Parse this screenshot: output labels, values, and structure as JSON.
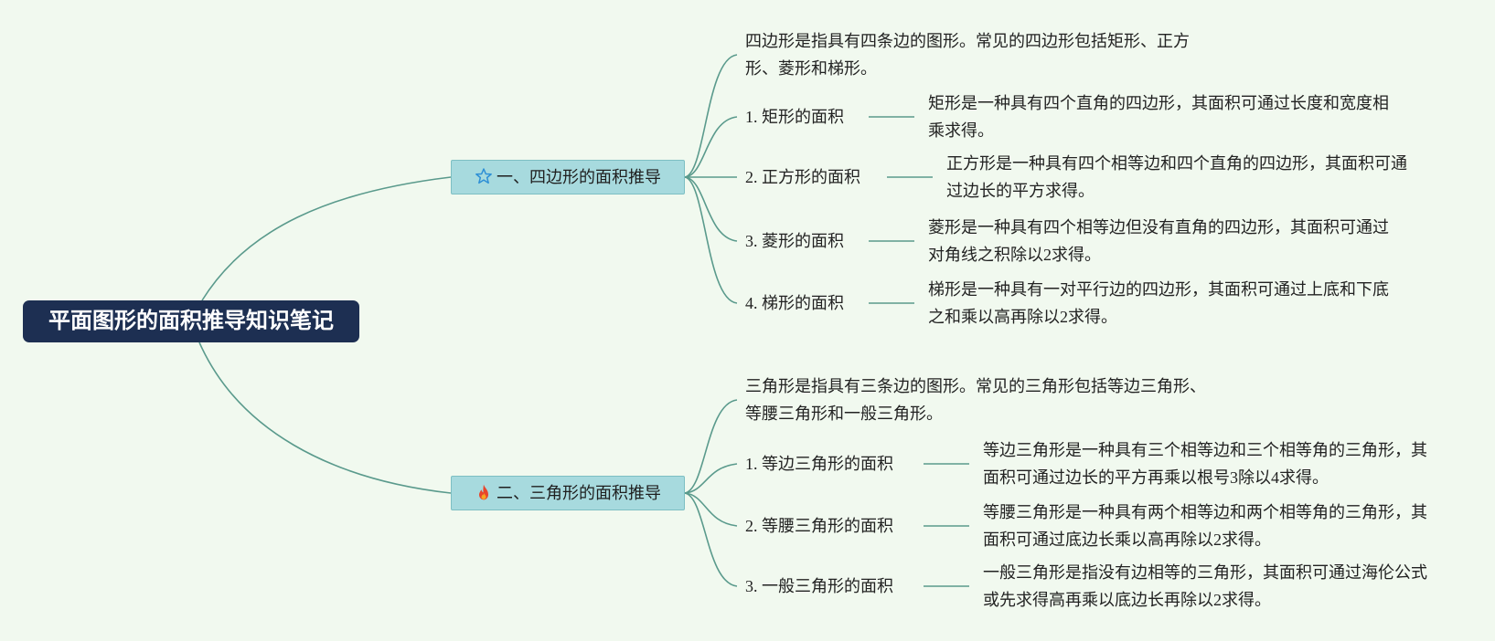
{
  "root": {
    "label": "平面图形的面积推导知识笔记"
  },
  "branches": [
    {
      "label": "一、四边形的面积推导",
      "icon": "star-icon",
      "intro": "四边形是指具有四条边的图形。常见的四边形包括矩形、正方形、菱形和梯形。",
      "items": [
        {
          "title": "1. 矩形的面积",
          "desc": "矩形是一种具有四个直角的四边形，其面积可通过长度和宽度相乘求得。"
        },
        {
          "title": "2. 正方形的面积",
          "desc": "正方形是一种具有四个相等边和四个直角的四边形，其面积可通过边长的平方求得。"
        },
        {
          "title": "3. 菱形的面积",
          "desc": "菱形是一种具有四个相等边但没有直角的四边形，其面积可通过对角线之积除以2求得。"
        },
        {
          "title": "4. 梯形的面积",
          "desc": "梯形是一种具有一对平行边的四边形，其面积可通过上底和下底之和乘以高再除以2求得。"
        }
      ]
    },
    {
      "label": "二、三角形的面积推导",
      "icon": "fire-icon",
      "intro": "三角形是指具有三条边的图形。常见的三角形包括等边三角形、等腰三角形和一般三角形。",
      "items": [
        {
          "title": "1. 等边三角形的面积",
          "desc": "等边三角形是一种具有三个相等边和三个相等角的三角形，其面积可通过边长的平方再乘以根号3除以4求得。"
        },
        {
          "title": "2. 等腰三角形的面积",
          "desc": "等腰三角形是一种具有两个相等边和两个相等角的三角形，其面积可通过底边长乘以高再除以2求得。"
        },
        {
          "title": "3. 一般三角形的面积",
          "desc": "一般三角形是指没有边相等的三角形，其面积可通过海伦公式或先求得高再乘以底边长再除以2求得。"
        }
      ]
    }
  ],
  "colors": {
    "background": "#f1f9ef",
    "root": "#1d2f52",
    "branch": "#a7dade",
    "connector": "#5a9a8c"
  }
}
